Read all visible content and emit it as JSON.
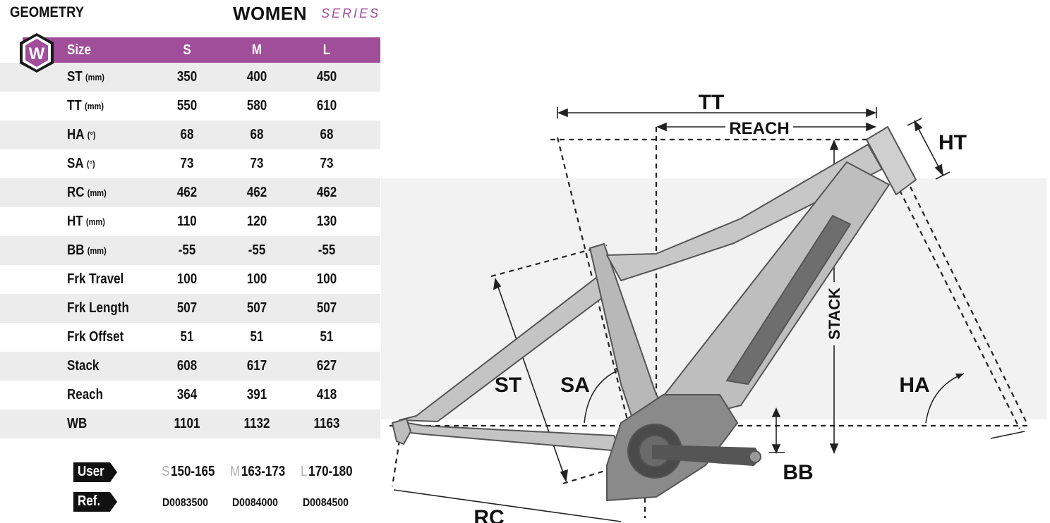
{
  "header": {
    "title": "GEOMETRY",
    "series_name": "WOMEN",
    "series_word": "SERIES"
  },
  "badge": {
    "letter": "W"
  },
  "table": {
    "head": {
      "label": "Size",
      "sizes": [
        "S",
        "M",
        "L"
      ]
    },
    "rows": [
      {
        "label": "ST",
        "unit": "(mm)",
        "values": [
          "350",
          "400",
          "450"
        ]
      },
      {
        "label": "TT",
        "unit": "(mm)",
        "values": [
          "550",
          "580",
          "610"
        ]
      },
      {
        "label": "HA",
        "unit": "(°)",
        "values": [
          "68",
          "68",
          "68"
        ]
      },
      {
        "label": "SA",
        "unit": "(°)",
        "values": [
          "73",
          "73",
          "73"
        ]
      },
      {
        "label": "RC",
        "unit": "(mm)",
        "values": [
          "462",
          "462",
          "462"
        ]
      },
      {
        "label": "HT",
        "unit": "(mm)",
        "values": [
          "110",
          "120",
          "130"
        ]
      },
      {
        "label": "BB",
        "unit": "(mm)",
        "values": [
          "-55",
          "-55",
          "-55"
        ]
      },
      {
        "label": "Frk Travel",
        "unit": "",
        "values": [
          "100",
          "100",
          "100"
        ]
      },
      {
        "label": "Frk Length",
        "unit": "",
        "values": [
          "507",
          "507",
          "507"
        ]
      },
      {
        "label": "Frk Offset",
        "unit": "",
        "values": [
          "51",
          "51",
          "51"
        ]
      },
      {
        "label": "Stack",
        "unit": "",
        "values": [
          "608",
          "617",
          "627"
        ]
      },
      {
        "label": "Reach",
        "unit": "",
        "values": [
          "364",
          "391",
          "418"
        ]
      },
      {
        "label": "WB",
        "unit": "",
        "values": [
          "1101",
          "1132",
          "1163"
        ]
      }
    ]
  },
  "user": {
    "label": "User",
    "ranges": [
      {
        "size": "S",
        "range": "150-165"
      },
      {
        "size": "M",
        "range": "163-173"
      },
      {
        "size": "L",
        "range": "170-180"
      }
    ]
  },
  "ref": {
    "label": "Ref.",
    "codes": [
      "D0083500",
      "D0084000",
      "D0084500"
    ]
  },
  "diagram": {
    "labels": {
      "tt": "TT",
      "reach": "REACH",
      "ht": "HT",
      "stack": "STACK",
      "st": "ST",
      "sa": "SA",
      "ha": "HA",
      "bb": "BB",
      "rc": "RC"
    }
  },
  "colors": {
    "accent": "#a04d9a",
    "frame": "#b3b3b3",
    "frame_dark": "#6e6e6e",
    "band": "#f2f2f2"
  }
}
